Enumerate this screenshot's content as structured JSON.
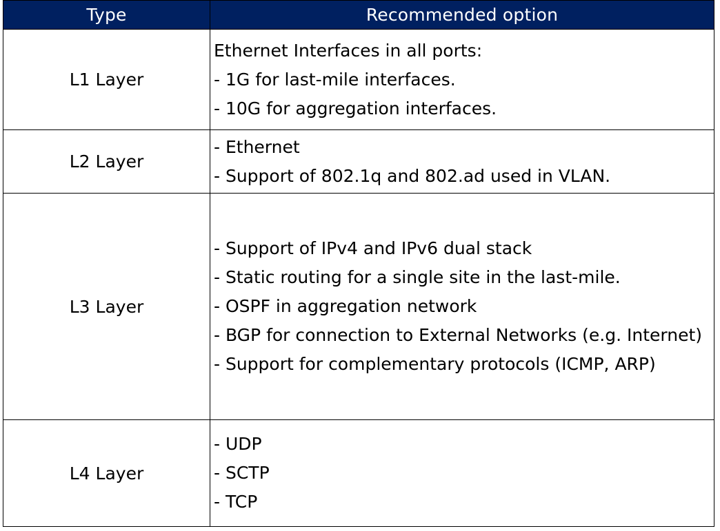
{
  "table": {
    "headers": {
      "type": "Type",
      "option": "Recommended option"
    },
    "rows": [
      {
        "type": "L1 Layer",
        "lines": [
          "Ethernet Interfaces in all ports:",
          "- 1G for last-mile interfaces.",
          "- 10G for aggregation interfaces."
        ]
      },
      {
        "type": "L2 Layer",
        "lines": [
          "- Ethernet",
          "- Support of 802.1q and 802.ad used in VLAN."
        ]
      },
      {
        "type": "L3 Layer",
        "lines": [
          "- Support of IPv4 and IPv6 dual stack",
          "- Static routing for a single site in the last-mile.",
          "- OSPF in aggregation network",
          "- BGP for connection to External Networks (e.g. Internet)",
          "- Support for complementary protocols (ICMP, ARP)"
        ]
      },
      {
        "type": "L4 Layer",
        "lines": [
          "- UDP",
          "- SCTP",
          "- TCP"
        ]
      }
    ]
  },
  "colors": {
    "header_background": "#002060",
    "header_text": "#ffffff",
    "border": "#000000"
  }
}
